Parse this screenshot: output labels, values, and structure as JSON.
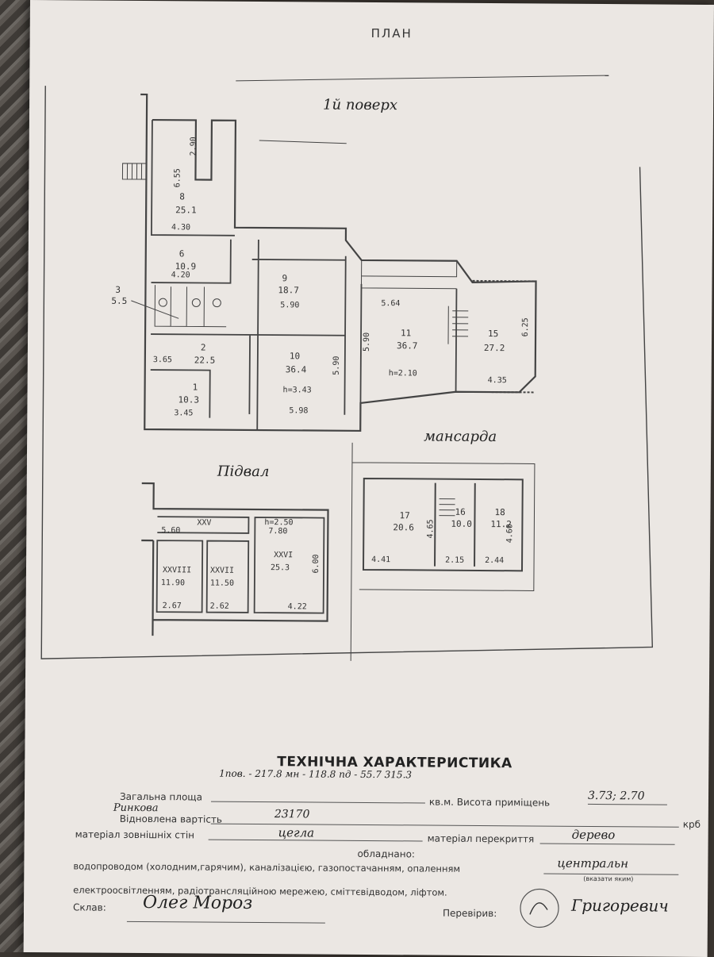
{
  "header": {
    "title": "ПЛАН"
  },
  "floor_labels": {
    "first": "1й поверх",
    "attic": "мансарда",
    "basement": "Підвал"
  },
  "rooms_first": [
    {
      "num": "8",
      "area": "25.1"
    },
    {
      "num": "6",
      "area": "10.9"
    },
    {
      "num": "9",
      "area": "18.7"
    },
    {
      "num": "3",
      "area": "5.5"
    },
    {
      "num": "2",
      "area": "22.5"
    },
    {
      "num": "10",
      "area": "36.4"
    },
    {
      "num": "11",
      "area": "36.7"
    },
    {
      "num": "15",
      "area": "27.2"
    },
    {
      "num": "1",
      "area": "10.3"
    }
  ],
  "rooms_attic": [
    {
      "num": "17",
      "area": "20.6"
    },
    {
      "num": "16",
      "area": "10.0"
    },
    {
      "num": "18",
      "area": "11.2"
    }
  ],
  "rooms_basement": [
    {
      "num": "XXV",
      "area": ""
    },
    {
      "num": "XXVIII",
      "area": "11.90"
    },
    {
      "num": "XXVII",
      "area": "11.50"
    },
    {
      "num": "XXVI",
      "area": "25.3"
    }
  ],
  "dimensions": {
    "d1": "6.55",
    "d2": "2.90",
    "d3": "4.30",
    "d4": "4.20",
    "d5": "5.90",
    "d6": "3.65",
    "d7": "3.45",
    "d8": "5.98",
    "d9": "5.64",
    "d10": "4.35",
    "d11": "5.90",
    "d12": "6.25",
    "d13": "5.90",
    "d14": "4.41",
    "d15": "4.65",
    "d16": "2.15",
    "d17": "4.60",
    "d18": "2.44",
    "d19": "5.60",
    "d20": "7.80",
    "d21": "6.00",
    "d22": "4.22",
    "d23": "2.67",
    "d24": "2.62",
    "h1": "h=3.43",
    "h2": "h=2.10",
    "h3": "h=2.50"
  },
  "tech": {
    "title": "ТЕХНІЧНА ХАРАКТЕРИСТИКА",
    "total_area_label": "Загальна площа",
    "total_area_value": "1пов. - 217.8   мн - 118.8   пд - 55.7   315.3",
    "sqm_label": "кв.м. Висота приміщень",
    "height_value": "3.73; 2.70",
    "cost_label": "Відновлена вартість",
    "cost_prefix": "Ринкова",
    "cost_value": "23170",
    "currency": "крб",
    "wall_label": "матеріал зовнішніх стін",
    "wall_value": "цегла",
    "floor_label": "матеріал перекриття",
    "floor_value": "дерево",
    "equipped_label": "обладнано:",
    "utilities_1": "водопроводом (холодним,гарячим), каналізацією, газопостачанням, опаленням",
    "heating_value": "центральн",
    "specify_note": "(вказати яким)",
    "utilities_2": "електроосвітленням, радіотрансляційною мережею, сміттєвідводом, ліфтом.",
    "compiled_label": "Склав:",
    "compiled_value": "Олег Мороз",
    "checked_label": "Перевірив:",
    "checked_value": "Григоревич"
  }
}
